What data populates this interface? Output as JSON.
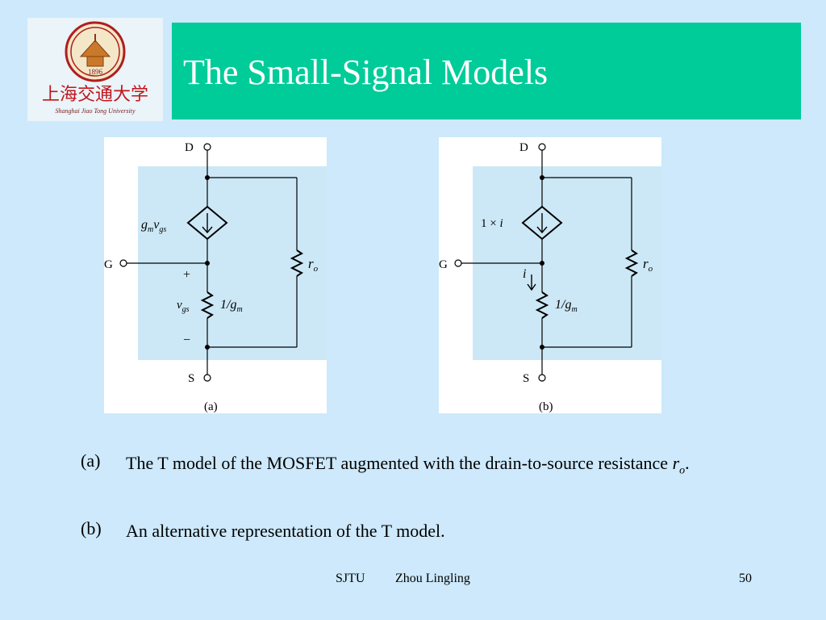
{
  "slide": {
    "title": "The Small-Signal Models",
    "logo_text": "上海交通大学",
    "logo_subtext": "Shanghai Jiao Tong University",
    "logo_year": "1896"
  },
  "figure_a": {
    "terminal_d": "D",
    "terminal_g": "G",
    "terminal_s": "S",
    "source_label_main": "g",
    "source_label_sub1": "m",
    "source_label_v": "v",
    "source_label_sub2": "gs",
    "plus": "+",
    "minus": "−",
    "vgs_main": "v",
    "vgs_sub": "gs",
    "r_label_main": "1/g",
    "r_label_sub": "m",
    "ro_main": "r",
    "ro_sub": "o",
    "caption": "(a)"
  },
  "figure_b": {
    "terminal_d": "D",
    "terminal_g": "G",
    "terminal_s": "S",
    "source_label": "1 × ",
    "source_label_i": "i",
    "current_label": "i",
    "r_label_main": "1/g",
    "r_label_sub": "m",
    "ro_main": "r",
    "ro_sub": "o",
    "caption": "(b)"
  },
  "captions": {
    "a_label": "(a)",
    "a_text_pre": "The T model of the MOSFET augmented with the drain-to-source resistance ",
    "a_text_var": "r",
    "a_text_sub": "o",
    "a_text_post": ".",
    "b_label": "(b)",
    "b_text": "An alternative representation of the T model."
  },
  "footer": {
    "org": "SJTU",
    "author": "Zhou Lingling",
    "page": "50"
  },
  "colors": {
    "background": "#cde9fb",
    "title_bar": "#00cc99",
    "figure_inner": "#cce8f6"
  }
}
